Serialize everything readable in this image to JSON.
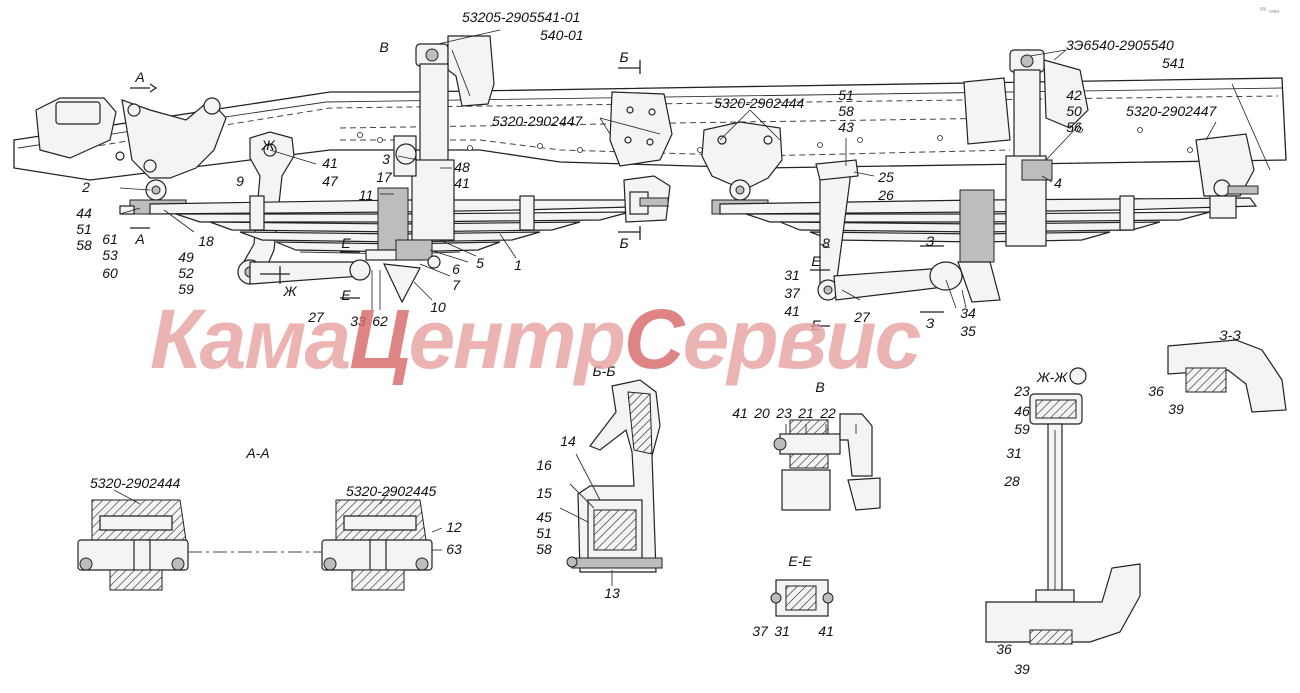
{
  "corner_mark": "ˢᵗᵉ ₂ₐₐₐ",
  "part_numbers": {
    "shock_mount_front": "53205-2905541-01",
    "shock_mount_front_alt": "540-01",
    "shock_mount_rear": "3Э6540-2905540",
    "shock_mount_rear_alt": "541",
    "bracket_2447_left": "5320-2902447",
    "bracket_2447_right": "5320-2902447",
    "bracket_2444_top": "5320-2902444",
    "section_aa_left": "5320-2902444",
    "section_aa_right": "5320-2902445"
  },
  "section_titles": {
    "aa": "А-А",
    "bb": "Б-Б",
    "v": "В",
    "ee": "Е-Е",
    "zhzh": "Ж-Ж",
    "zz": "З-З"
  },
  "view_marks": {
    "a_top": "А",
    "a_bottom": "А",
    "b_top": "Б",
    "b_bottom": "Б",
    "v_top": "В",
    "zh_top": "Ж",
    "zh_bottom": "Ж",
    "e1": "Е",
    "e2": "Е",
    "e3": "Е",
    "e4": "Е",
    "z1": "З",
    "z2": "З"
  },
  "callouts": {
    "c2": "2",
    "c44": "44",
    "c51": "51",
    "c58": "58",
    "c61": "61",
    "c53": "53",
    "c60": "60",
    "c18": "18",
    "c49": "49",
    "c52": "52",
    "c59": "59",
    "c9": "9",
    "c41a": "41",
    "c47a": "47",
    "c3a": "3",
    "c17": "17",
    "c48": "48",
    "c41b": "41",
    "c11": "11",
    "c6": "6",
    "c7": "7",
    "c5": "5",
    "c1": "1",
    "c10": "10",
    "c27a": "27",
    "c33": "33",
    "c62": "62",
    "c51b": "51",
    "c58b": "58",
    "c43": "43",
    "c25": "25",
    "c26": "26",
    "c42": "42",
    "c50": "50",
    "c56": "56",
    "c4": "4",
    "c8": "8",
    "c31a": "31",
    "c37a": "37",
    "c41c": "41",
    "c27b": "27",
    "c34": "34",
    "c35": "35",
    "c14": "14",
    "c16": "16",
    "c15": "15",
    "c45": "45",
    "c51c": "51",
    "c58c": "58",
    "c13": "13",
    "c41d": "41",
    "c20": "20",
    "c23a": "23",
    "c21": "21",
    "c22": "22",
    "c37b": "37",
    "c31b": "31",
    "c41e": "41",
    "c12": "12",
    "c63": "63",
    "c23b": "23",
    "c46": "46",
    "c59b": "59",
    "c31c": "31",
    "c28": "28",
    "c36a": "36",
    "c39a": "39",
    "c36b": "36",
    "c39b": "39"
  },
  "watermark": {
    "part1": "Кама",
    "part2": "Ц",
    "part3": "ентр",
    "part4": "С",
    "part5": "ервис",
    "color_main": "#e8a3a3",
    "color_accent": "#d96a6a"
  }
}
